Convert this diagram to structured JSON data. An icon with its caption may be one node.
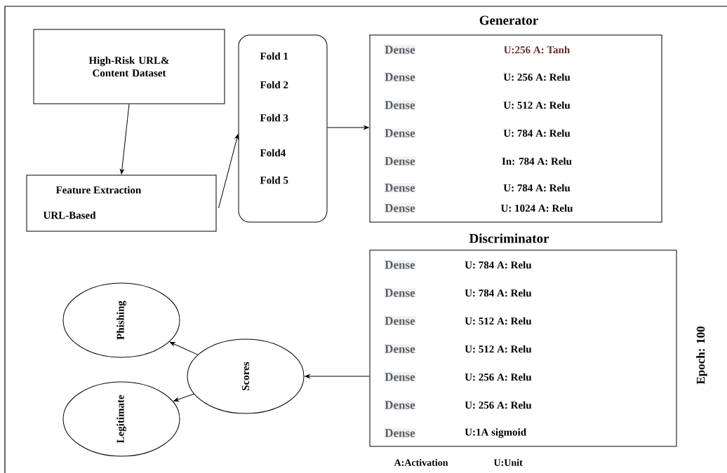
{
  "diagram": {
    "nodes": [
      {
        "text": [
          "High-Risk URL& Content Dataset"
        ]
      },
      {
        "text": [
          "Feature Extraction",
          "URL-Based"
        ]
      },
      {
        "text": [
          "Fold 1",
          "Fold 2",
          "Fold 3",
          "Fold4",
          "Fold 5"
        ]
      },
      {
        "text": [
          "Generator",
          "Dense",
          "U:256 A: Tanh",
          "Dense",
          "U: 256 A: Relu",
          "Dense",
          "U: 512 A: Relu",
          "Dense",
          "U: 784 A: Relu",
          "Dense",
          "In: 784 A: Relu",
          "Dense",
          "U: 784 A: Relu",
          "Dense",
          "U: 1024 A: Relu"
        ]
      },
      {
        "text": [
          "Discriminator",
          "Dense",
          "U: 784 A: Relu",
          "Dense",
          "U: 784 A: Relu",
          "Dense",
          "U: 512 A: Relu",
          "Dense",
          "U: 512 A: Relu",
          "Dense",
          "U: 256 A: Relu",
          "Dense",
          "U: 256 A: Relu",
          "Dense",
          "U:1A sigmoid"
        ],
        "beside": [
          "Epoch: 100"
        ]
      },
      {
        "text": [
          "Scores"
        ]
      },
      {
        "text": [
          "Phishing"
        ]
      },
      {
        "text": [
          "Legitimate"
        ]
      }
    ],
    "edges": [
      {
        "from": 0,
        "to": 1,
        "arrow": "to"
      },
      {
        "from": 1,
        "to": 2,
        "arrow": "to"
      },
      {
        "from": 2,
        "to": 3,
        "arrow": "to"
      },
      {
        "from": 4,
        "to": 5,
        "arrow": "to"
      },
      {
        "from": 5,
        "to": 6,
        "arrow": "to"
      },
      {
        "from": 5,
        "to": 7,
        "arrow": "to"
      }
    ],
    "labels": [
      "A:Activation",
      "U:Unit"
    ]
  }
}
